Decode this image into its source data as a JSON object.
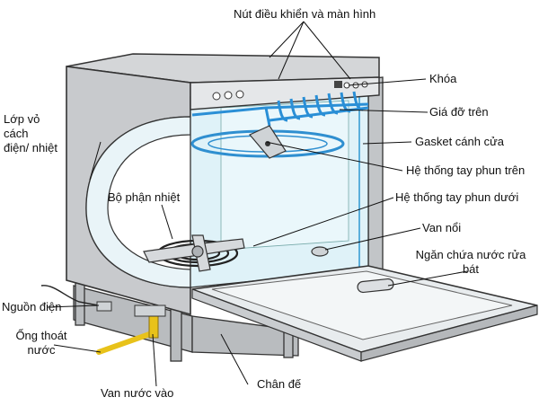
{
  "labels": {
    "controls": "Nút điều khiển và màn hình",
    "lock": "Khóa",
    "upper_rack": "Giá đỡ trên",
    "door_gasket": "Gasket cánh cửa",
    "upper_spray": "Hệ thống tay phun trên",
    "lower_spray": "Hệ thống tay phun dưới",
    "float_valve": "Van nổi",
    "detergent_line1": "Ngăn chứa nước rửa",
    "detergent_line2": "bát",
    "shell_line1": "Lớp vỏ",
    "shell_line2": "cách",
    "shell_line3": "điện/ nhiệt",
    "heater": "Bộ phận nhiệt",
    "power": "Nguồn điện",
    "drain_line1": "Ống thoát",
    "drain_line2": "nước",
    "inlet_valve": "Van nước vào",
    "base": "Chân đế"
  },
  "colors": {
    "interior": "#dff2f8",
    "shell": "#c9cccf",
    "spray_arm": "#2f8fd0",
    "rack": "#2a8fd6",
    "hose": "#e8c21a",
    "outline": "#2a2a2a"
  }
}
